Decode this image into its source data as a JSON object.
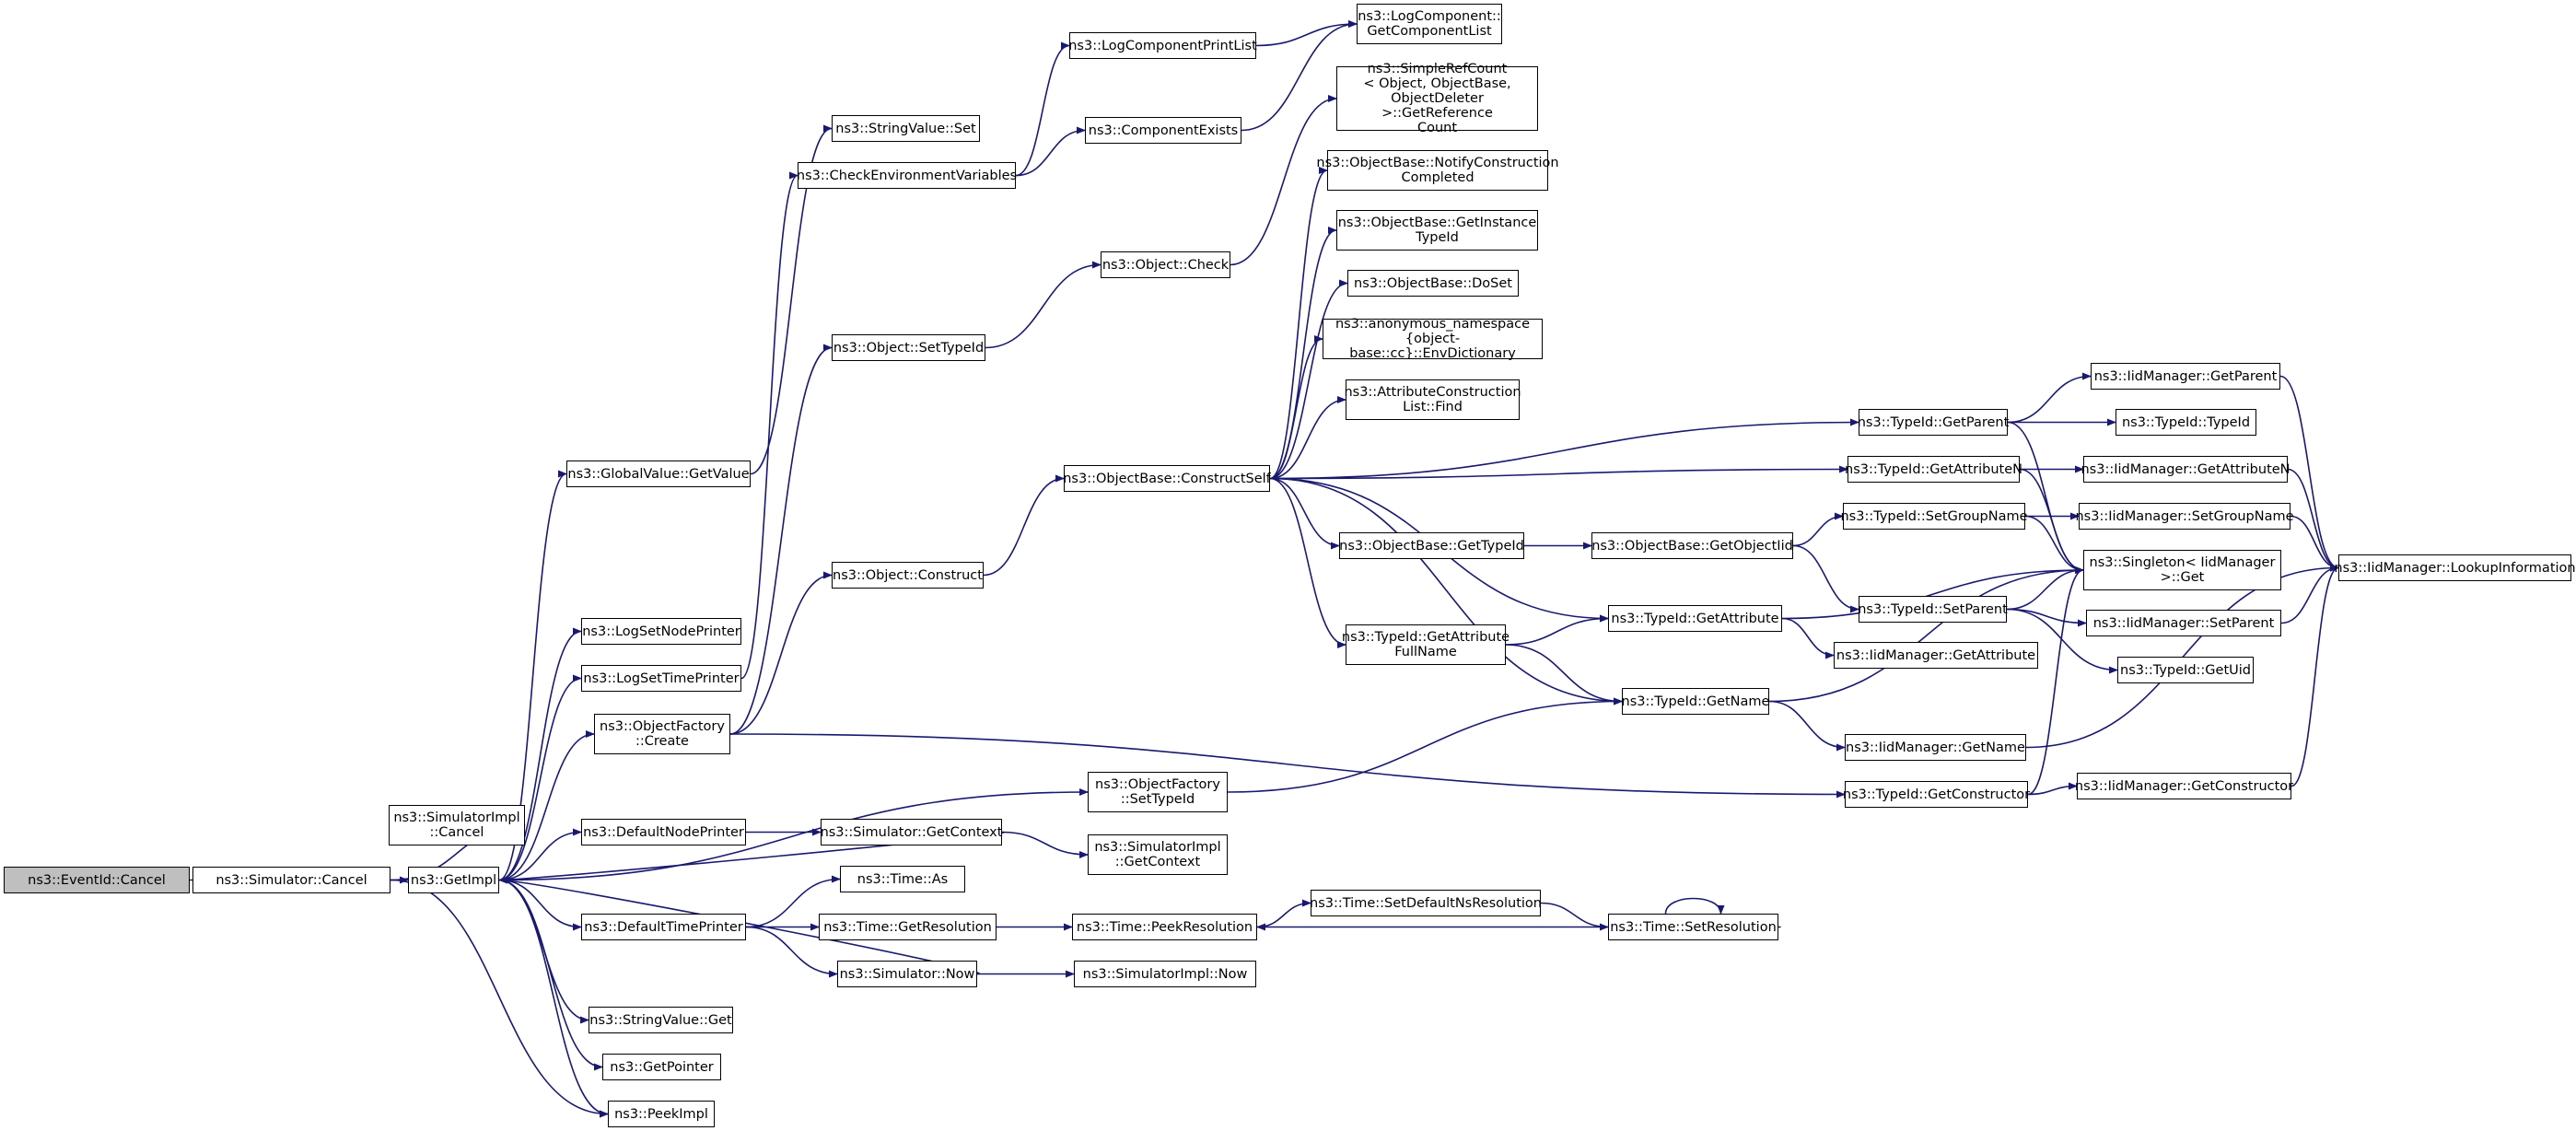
{
  "nodes": [
    {
      "id": "n0",
      "label": "ns3::EventId::Cancel",
      "root": true
    },
    {
      "id": "n1",
      "label": "ns3::Simulator::Cancel"
    },
    {
      "id": "n2",
      "label": "ns3::SimulatorImpl\n::Cancel"
    },
    {
      "id": "n3",
      "label": "ns3::GetImpl"
    },
    {
      "id": "n4",
      "label": "ns3::PeekImpl"
    },
    {
      "id": "n5",
      "label": "ns3::GlobalValue::GetValue"
    },
    {
      "id": "n6",
      "label": "ns3::LogSetNodePrinter"
    },
    {
      "id": "n7",
      "label": "ns3::LogSetTimePrinter"
    },
    {
      "id": "n8",
      "label": "ns3::ObjectFactory\n::Create"
    },
    {
      "id": "n9",
      "label": "ns3::DefaultNodePrinter"
    },
    {
      "id": "n10",
      "label": "ns3::DefaultTimePrinter"
    },
    {
      "id": "n11",
      "label": "ns3::StringValue::Get"
    },
    {
      "id": "n12",
      "label": "ns3::GetPointer"
    },
    {
      "id": "n13",
      "label": "ns3::StringValue::Set"
    },
    {
      "id": "n14",
      "label": "ns3::CheckEnvironmentVariables"
    },
    {
      "id": "n15",
      "label": "ns3::Object::SetTypeId"
    },
    {
      "id": "n16",
      "label": "ns3::Object::Construct"
    },
    {
      "id": "n17",
      "label": "ns3::Simulator::GetContext"
    },
    {
      "id": "n18",
      "label": "ns3::Time::As"
    },
    {
      "id": "n19",
      "label": "ns3::Time::GetResolution"
    },
    {
      "id": "n20",
      "label": "ns3::Simulator::Now"
    },
    {
      "id": "n21",
      "label": "ns3::LogComponentPrintList"
    },
    {
      "id": "n22",
      "label": "ns3::ComponentExists"
    },
    {
      "id": "n23",
      "label": "ns3::Object::Check"
    },
    {
      "id": "n24",
      "label": "ns3::ObjectBase::ConstructSelf"
    },
    {
      "id": "n25",
      "label": "ns3::ObjectFactory\n::SetTypeId"
    },
    {
      "id": "n26",
      "label": "ns3::SimulatorImpl\n::GetContext"
    },
    {
      "id": "n27",
      "label": "ns3::Time::PeekResolution"
    },
    {
      "id": "n28",
      "label": "ns3::SimulatorImpl::Now"
    },
    {
      "id": "n29",
      "label": "ns3::LogComponent::\nGetComponentList"
    },
    {
      "id": "n30",
      "label": "ns3::SimpleRefCount\n< Object, ObjectBase,\n ObjectDeleter >::GetReference\nCount"
    },
    {
      "id": "n31",
      "label": "ns3::ObjectBase::NotifyConstruction\nCompleted"
    },
    {
      "id": "n32",
      "label": "ns3::ObjectBase::GetInstance\nTypeId"
    },
    {
      "id": "n33",
      "label": "ns3::ObjectBase::DoSet"
    },
    {
      "id": "n34",
      "label": "ns3::anonymous_namespace\n{object-base::cc}::EnvDictionary"
    },
    {
      "id": "n35",
      "label": "ns3::AttributeConstruction\nList::Find"
    },
    {
      "id": "n36",
      "label": "ns3::ObjectBase::GetTypeId"
    },
    {
      "id": "n37",
      "label": "ns3::TypeId::GetAttribute\nFullName"
    },
    {
      "id": "n38",
      "label": "ns3::Time::SetDefaultNsResolution"
    },
    {
      "id": "n39",
      "label": "ns3::ObjectBase::GetObjectIid"
    },
    {
      "id": "n40",
      "label": "ns3::TypeId::GetAttribute"
    },
    {
      "id": "n41",
      "label": "ns3::TypeId::GetName"
    },
    {
      "id": "n42",
      "label": "ns3::Time::SetResolution"
    },
    {
      "id": "n43",
      "label": "ns3::TypeId::GetParent"
    },
    {
      "id": "n44",
      "label": "ns3::TypeId::GetAttributeN"
    },
    {
      "id": "n45",
      "label": "ns3::TypeId::SetGroupName"
    },
    {
      "id": "n46",
      "label": "ns3::TypeId::SetParent"
    },
    {
      "id": "n47",
      "label": "ns3::IidManager::GetAttribute"
    },
    {
      "id": "n48",
      "label": "ns3::IidManager::GetName"
    },
    {
      "id": "n49",
      "label": "ns3::TypeId::GetConstructor"
    },
    {
      "id": "n50",
      "label": "ns3::IidManager::GetParent"
    },
    {
      "id": "n51",
      "label": "ns3::TypeId::TypeId"
    },
    {
      "id": "n52",
      "label": "ns3::IidManager::GetAttributeN"
    },
    {
      "id": "n53",
      "label": "ns3::IidManager::SetGroupName"
    },
    {
      "id": "n54",
      "label": "ns3::Singleton< IidManager\n >::Get"
    },
    {
      "id": "n55",
      "label": "ns3::IidManager::SetParent"
    },
    {
      "id": "n56",
      "label": "ns3::TypeId::GetUid"
    },
    {
      "id": "n57",
      "label": "ns3::IidManager::GetConstructor"
    },
    {
      "id": "n58",
      "label": "ns3::IidManager::LookupInformation"
    }
  ],
  "edges": [
    [
      "n0",
      "n1"
    ],
    [
      "n1",
      "n2"
    ],
    [
      "n1",
      "n3"
    ],
    [
      "n1",
      "n4"
    ],
    [
      "n3",
      "n5"
    ],
    [
      "n3",
      "n6"
    ],
    [
      "n3",
      "n7"
    ],
    [
      "n3",
      "n8"
    ],
    [
      "n3",
      "n25"
    ],
    [
      "n3",
      "n9"
    ],
    [
      "n3",
      "n10"
    ],
    [
      "n3",
      "n11"
    ],
    [
      "n3",
      "n12"
    ],
    [
      "n3",
      "n4"
    ],
    [
      "n5",
      "n13"
    ],
    [
      "n7",
      "n14"
    ],
    [
      "n14",
      "n21"
    ],
    [
      "n14",
      "n22"
    ],
    [
      "n21",
      "n29"
    ],
    [
      "n22",
      "n29"
    ],
    [
      "n8",
      "n15"
    ],
    [
      "n8",
      "n16"
    ],
    [
      "n8",
      "n49"
    ],
    [
      "n15",
      "n23"
    ],
    [
      "n23",
      "n30"
    ],
    [
      "n16",
      "n24"
    ],
    [
      "n24",
      "n31"
    ],
    [
      "n24",
      "n32"
    ],
    [
      "n24",
      "n33"
    ],
    [
      "n24",
      "n34"
    ],
    [
      "n24",
      "n35"
    ],
    [
      "n24",
      "n43"
    ],
    [
      "n24",
      "n44"
    ],
    [
      "n24",
      "n36"
    ],
    [
      "n24",
      "n40"
    ],
    [
      "n24",
      "n37"
    ],
    [
      "n24",
      "n41"
    ],
    [
      "n36",
      "n39"
    ],
    [
      "n39",
      "n45"
    ],
    [
      "n39",
      "n46"
    ],
    [
      "n37",
      "n40"
    ],
    [
      "n37",
      "n41"
    ],
    [
      "n40",
      "n47"
    ],
    [
      "n40",
      "n54"
    ],
    [
      "n41",
      "n48"
    ],
    [
      "n41",
      "n54"
    ],
    [
      "n25",
      "n41"
    ],
    [
      "n43",
      "n50"
    ],
    [
      "n43",
      "n51"
    ],
    [
      "n43",
      "n54"
    ],
    [
      "n44",
      "n52"
    ],
    [
      "n44",
      "n54"
    ],
    [
      "n45",
      "n53"
    ],
    [
      "n45",
      "n54"
    ],
    [
      "n46",
      "n54"
    ],
    [
      "n46",
      "n55"
    ],
    [
      "n46",
      "n56"
    ],
    [
      "n49",
      "n57"
    ],
    [
      "n49",
      "n54"
    ],
    [
      "n50",
      "n58"
    ],
    [
      "n52",
      "n58"
    ],
    [
      "n53",
      "n58"
    ],
    [
      "n55",
      "n58"
    ],
    [
      "n48",
      "n58"
    ],
    [
      "n57",
      "n58"
    ],
    [
      "n9",
      "n17"
    ],
    [
      "n17",
      "n26"
    ],
    [
      "n17",
      "n3"
    ],
    [
      "n10",
      "n18"
    ],
    [
      "n10",
      "n19"
    ],
    [
      "n10",
      "n20"
    ],
    [
      "n20",
      "n28"
    ],
    [
      "n20",
      "n3"
    ],
    [
      "n19",
      "n27"
    ],
    [
      "n27",
      "n38"
    ],
    [
      "n38",
      "n42"
    ],
    [
      "n42",
      "n27"
    ],
    [
      "n42",
      "n42"
    ]
  ]
}
